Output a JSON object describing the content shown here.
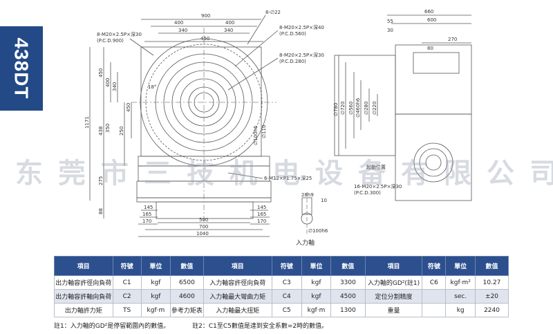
{
  "model": "438DT",
  "watermark": "东莞市三技机电设备有限公司",
  "drawing": {
    "top_dims": [
      "900",
      "400",
      "400",
      "340",
      "340",
      "450"
    ],
    "bottom_dims": [
      "145",
      "165",
      "170",
      "500",
      "700",
      "1040",
      "145",
      "165",
      "170"
    ],
    "left_dims": [
      "450",
      "400",
      "340",
      "450",
      "350",
      "438",
      "250",
      "1171",
      "275",
      "88"
    ],
    "callouts": [
      "8-M20×2.5P×深30",
      "(P.C.D.900)",
      "8-∅22",
      "8-M20×2.5P×深40",
      "(P.C.D.560)",
      "8-M20×2.5P×深30",
      "(P.C.D.280)",
      "6-M12×P1.75×深25",
      "16-M20×2.5P×深30",
      "(P.C.D.300)"
    ],
    "center_dims": [
      "∅100h6",
      "∅110"
    ],
    "angle": "18°",
    "side_top_dims": [
      "660",
      "600",
      "55",
      "30",
      "270",
      "80"
    ],
    "side_diameters": [
      "∅780",
      "∅720",
      "∅560",
      "∅460h6",
      "∅280",
      "∅220"
    ],
    "side_label": "起動位置",
    "shaft_dims": [
      "28h9",
      "10",
      "∅100h6"
    ],
    "shaft_label": "入力軸"
  },
  "table": {
    "headers": [
      "項目",
      "符號",
      "單位",
      "數值",
      "項目",
      "符號",
      "單位",
      "數值",
      "項目",
      "符號",
      "單位",
      "數值"
    ],
    "rows": [
      [
        "出力軸容許徑向負荷",
        "C1",
        "kgf",
        "6500",
        "入力軸容許徑向負荷",
        "C3",
        "kgf",
        "3300",
        "入力軸的GD²(註1)",
        "C6",
        "kgf·m²",
        "10.27"
      ],
      [
        "出力軸容許軸向負荷",
        "C2",
        "kgf",
        "4600",
        "入力軸最大彎曲力矩",
        "C4",
        "kgf",
        "4500",
        "定位分割精度",
        "",
        "sec.",
        "±20"
      ],
      [
        "出力軸許力矩",
        "TS",
        "kgf·m",
        "參考力矩表",
        "入力軸最大扭矩",
        "C5",
        "kgf·m",
        "1300",
        "重量",
        "",
        "kg",
        "2240"
      ]
    ]
  },
  "notes": [
    "註1：入力軸的GD²是停留範圍內的數值。",
    "註2：C1至C5數值是達到安全系數=2時的數值。"
  ]
}
